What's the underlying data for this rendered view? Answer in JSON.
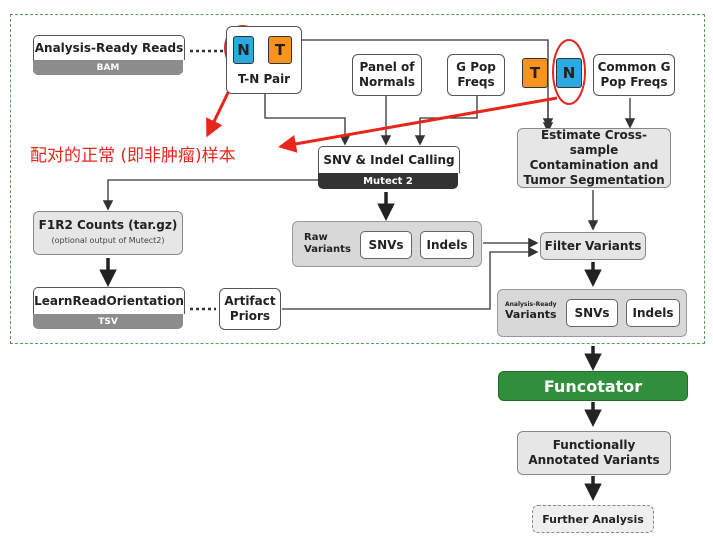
{
  "inputs": {
    "reads": {
      "label": "Analysis-Ready Reads",
      "band": "BAM"
    },
    "pair": {
      "n": "N",
      "t": "T",
      "label": "T-N Pair"
    },
    "pon": {
      "line1": "Panel of",
      "line2": "Normals"
    },
    "gpop": {
      "line1": "G Pop",
      "line2": "Freqs"
    },
    "pair2": {
      "t": "T",
      "n": "N"
    },
    "common": {
      "line1": "Common G",
      "line2": "Pop Freqs"
    }
  },
  "annotation": "配对的正常 (即非肿瘤)样本",
  "mutect": {
    "label": "SNV & Indel Calling",
    "band": "Mutect 2"
  },
  "estimate": {
    "line1": "Estimate Cross-sample",
    "line2": "Contamination and",
    "line3": "Tumor Segmentation"
  },
  "f1r2": {
    "label": "F1R2 Counts (tar.gz)",
    "sub": "(optional output of Mutect2)"
  },
  "raw": {
    "line1": "Raw",
    "line2": "Variants",
    "snvs": "SNVs",
    "indels": "Indels"
  },
  "filter": {
    "label": "Filter Variants"
  },
  "learn": {
    "label": "LearnReadOrientation",
    "band": "TSV"
  },
  "priors": {
    "line1": "Artifact",
    "line2": "Priors"
  },
  "analysis_ready": {
    "small": "Analysis-Ready",
    "label": "Variants",
    "snvs": "SNVs",
    "indels": "Indels"
  },
  "funcotator": {
    "label": "Funcotator"
  },
  "functional": {
    "line1": "Functionally",
    "line2": "Annotated Variants"
  },
  "further": {
    "label": "Further Analysis"
  }
}
